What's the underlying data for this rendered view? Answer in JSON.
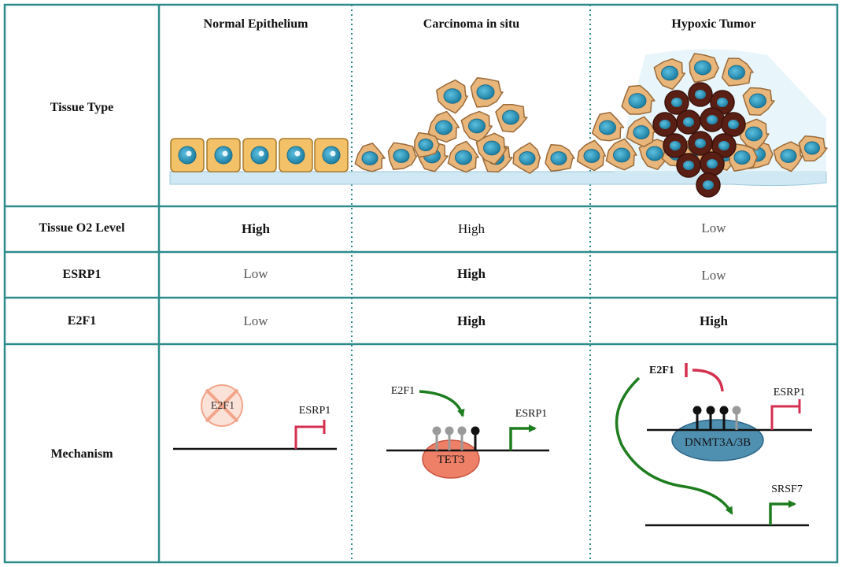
{
  "columns": [
    {
      "label": "Normal Epithelium"
    },
    {
      "label": "Carcinoma in situ"
    },
    {
      "label": "Hypoxic Tumor"
    }
  ],
  "rows": [
    {
      "label": "Tissue Type"
    },
    {
      "label": "Tissue O2 Level",
      "values": [
        "High",
        "High",
        "Low"
      ],
      "bold": [
        true,
        false,
        false
      ]
    },
    {
      "label": "ESRP1",
      "values": [
        "Low",
        "High",
        "Low"
      ],
      "bold": [
        false,
        true,
        false
      ]
    },
    {
      "label": "E2F1",
      "values": [
        "Low",
        "High",
        "High"
      ],
      "bold": [
        false,
        true,
        true
      ]
    },
    {
      "label": "Mechanism"
    }
  ],
  "mechanism": {
    "normal": {
      "factor": "E2F1",
      "gene": "ESRP1"
    },
    "carcinoma": {
      "factor": "E2F1",
      "enzyme": "TET3",
      "gene": "ESRP1"
    },
    "hypoxic": {
      "factor": "E2F1",
      "enzyme": "DNMT3A/3B",
      "gene": "ESRP1",
      "target": "SRSF7"
    }
  },
  "colors": {
    "border": "#2e8b8b",
    "activation": "#1e7d1e",
    "repression": "#d4304f",
    "cell_normal": "#f2c168",
    "cell_tumor": "#e8b57a",
    "nucleus": "#2b93b8",
    "basement": "#cfe8f3",
    "tet3": "#ee8068",
    "dnmt": "#4f8fb0"
  }
}
